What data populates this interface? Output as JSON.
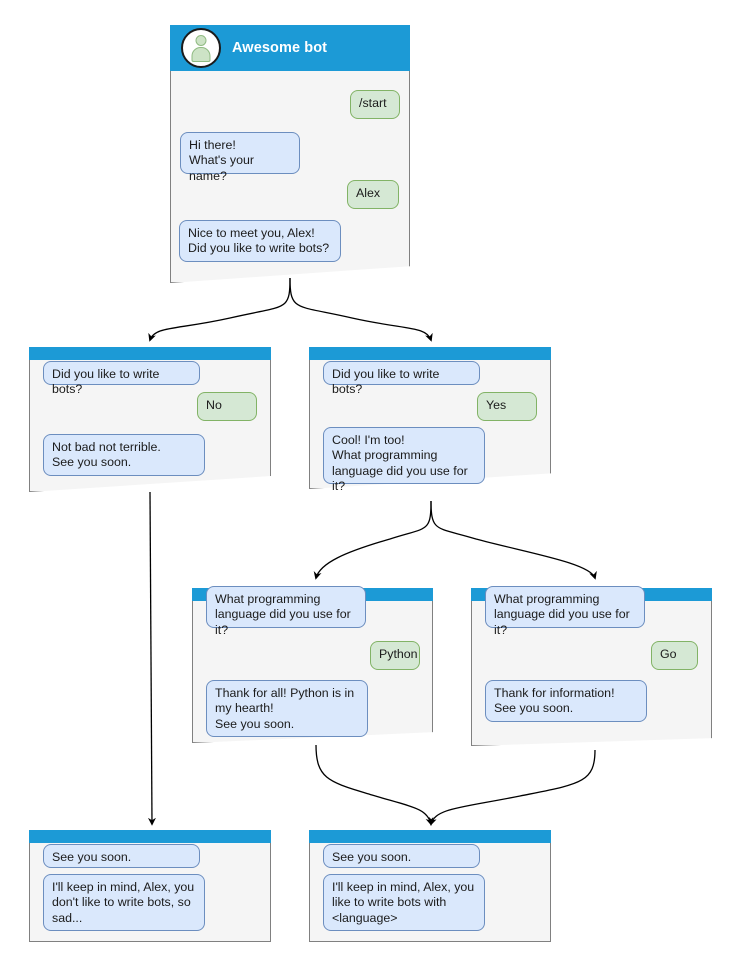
{
  "diagram": {
    "title": "Awesome bot conversation flow",
    "colors": {
      "header_blue": "#1c9ad6",
      "card_bg": "#f5f5f5",
      "card_border": "#808080",
      "bot_bubble_fill": "#dae8fc",
      "bot_bubble_border": "#6c8ebf",
      "user_bubble_fill": "#d5e8d4",
      "user_bubble_border": "#82b366",
      "edge_stroke": "#000000",
      "title_text": "#ffffff"
    }
  },
  "root_card": {
    "name": "start-screen",
    "bot_name": "Awesome bot",
    "avatar_icon": "person-avatar-icon",
    "messages": [
      {
        "side": "user",
        "text": "/start"
      },
      {
        "side": "bot",
        "text": "Hi there!\nWhat's your name?"
      },
      {
        "side": "user",
        "text": "Alex"
      },
      {
        "side": "bot",
        "text": "Nice to meet you, Alex!\nDid you like to write bots?"
      }
    ]
  },
  "cards": [
    {
      "name": "answer-no-screen",
      "messages": [
        {
          "side": "bot",
          "text": "Did you like to write bots?"
        },
        {
          "side": "user",
          "text": "No"
        },
        {
          "side": "bot",
          "text": "Not bad not terrible.\nSee you soon."
        }
      ]
    },
    {
      "name": "answer-yes-screen",
      "messages": [
        {
          "side": "bot",
          "text": "Did you like to write bots?"
        },
        {
          "side": "user",
          "text": "Yes"
        },
        {
          "side": "bot",
          "text": "Cool! I'm too!\nWhat programming\nlanguage did you use for it?"
        }
      ]
    },
    {
      "name": "language-python-screen",
      "messages": [
        {
          "side": "bot",
          "text": "What programming\nlanguage did you use for it?"
        },
        {
          "side": "user",
          "text": "Python"
        },
        {
          "side": "bot",
          "text": "Thank for all! Python is in\nmy hearth!\nSee you soon."
        }
      ]
    },
    {
      "name": "language-go-screen",
      "messages": [
        {
          "side": "bot",
          "text": "What programming\nlanguage did you use for it?"
        },
        {
          "side": "user",
          "text": "Go"
        },
        {
          "side": "bot",
          "text": "Thank for information!\nSee you soon."
        }
      ]
    },
    {
      "name": "farewell-no-screen",
      "messages": [
        {
          "side": "bot",
          "text": "See you soon."
        },
        {
          "side": "bot",
          "text": "I'll keep in mind, Alex, you\ndon't like to write bots, so\nsad..."
        }
      ]
    },
    {
      "name": "farewell-yes-screen",
      "messages": [
        {
          "side": "bot",
          "text": "See you soon."
        },
        {
          "side": "bot",
          "text": "I'll keep in mind, Alex, you\nlike to write bots with\n<language>"
        }
      ]
    }
  ]
}
